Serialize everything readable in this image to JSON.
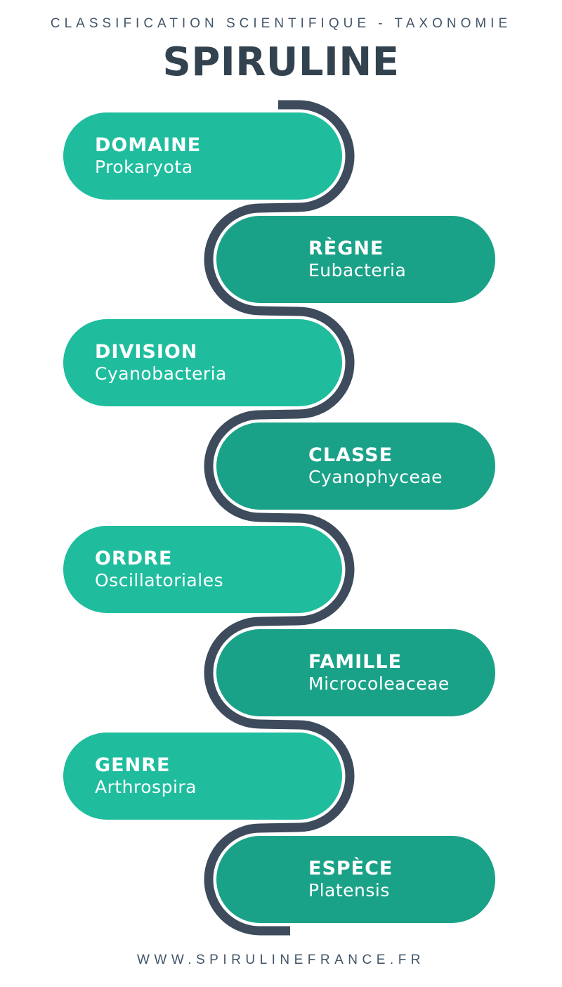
{
  "header": {
    "subtitle": "CLASSIFICATION SCIENTIFIQUE - TAXONOMIE",
    "title": "SPIRULINE"
  },
  "taxonomy": {
    "levels": [
      {
        "rank": "DOMAINE",
        "value": "Prokaryota",
        "side": "left"
      },
      {
        "rank": "RÈGNE",
        "value": "Eubacteria",
        "side": "right"
      },
      {
        "rank": "DIVISION",
        "value": "Cyanobacteria",
        "side": "left"
      },
      {
        "rank": "CLASSE",
        "value": "Cyanophyceae",
        "side": "right"
      },
      {
        "rank": "ORDRE",
        "value": "Oscillatoriales",
        "side": "left"
      },
      {
        "rank": "FAMILLE",
        "value": "Microcoleaceae",
        "side": "right"
      },
      {
        "rank": "GENRE",
        "value": "Arthrospira",
        "side": "left"
      },
      {
        "rank": "ESPÈCE",
        "value": "Platensis",
        "side": "right"
      }
    ]
  },
  "footer": {
    "website": "WWW.SPIRULINEFRANCE.FR"
  },
  "colors": {
    "pill_left": "#1fbd9e",
    "pill_right": "#1aa288",
    "connector_line": "#3d4b5c",
    "title_text": "#33424f",
    "subtitle_text": "#42566a",
    "pill_text": "#ffffff",
    "background": "#ffffff"
  }
}
